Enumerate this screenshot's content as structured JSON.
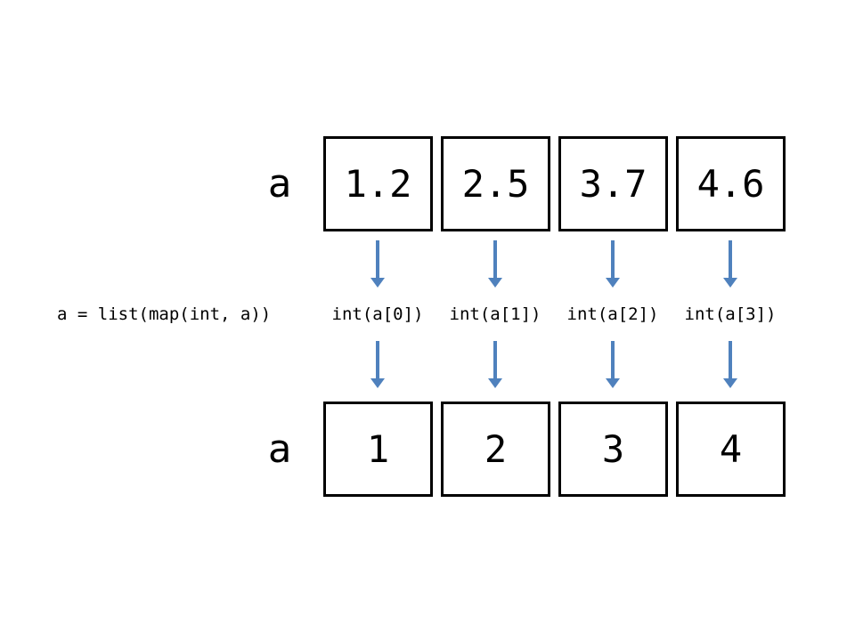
{
  "slide": {
    "colors": {
      "background": "#FFFFFF",
      "border": "#000000",
      "text": "#000000",
      "arrow": "#4F81BD"
    },
    "top_array": {
      "label": "a",
      "cells": [
        "1.2",
        "2.5",
        "3.7",
        "4.6"
      ]
    },
    "transform_label": "a = list(map(int, a))",
    "operations": [
      "int(a[0])",
      "int(a[1])",
      "int(a[2])",
      "int(a[3])"
    ],
    "bottom_array": {
      "label": "a",
      "cells": [
        "1",
        "2",
        "3",
        "4"
      ]
    }
  }
}
